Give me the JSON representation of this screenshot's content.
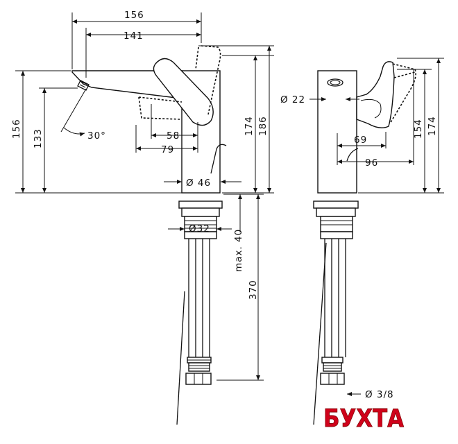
{
  "front_view": {
    "dim_156_top": "156",
    "dim_141": "141",
    "dim_58": "58",
    "dim_79": "79",
    "dim_46": "Ø 46",
    "dim_156_left": "156",
    "dim_133": "133",
    "angle": "30°",
    "dim_174": "174",
    "dim_186": "186",
    "dim_32": "Ø32",
    "dim_max40": "max. 40",
    "dim_370": "370"
  },
  "side_view": {
    "dim_22": "Ø 22",
    "dim_69": "69",
    "dim_96": "96",
    "dim_154": "154",
    "dim_174": "174",
    "dim_hose": "Ø 3/8"
  },
  "watermark": "БУХТА"
}
